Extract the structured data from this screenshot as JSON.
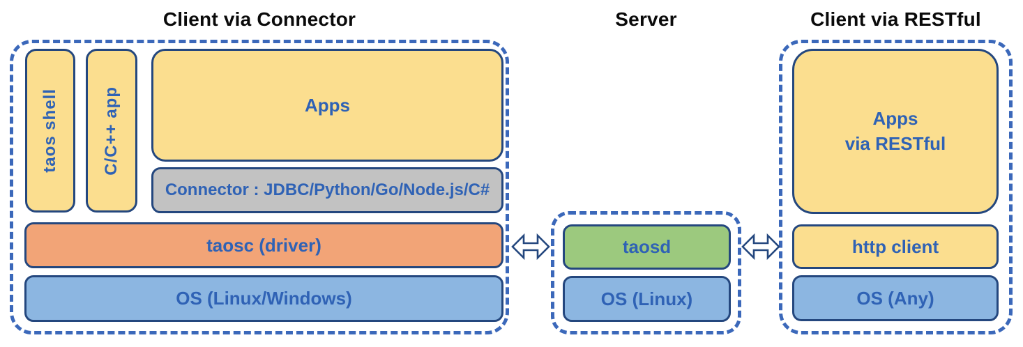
{
  "left": {
    "title": "Client via Connector",
    "taos_shell": "taos shell",
    "cpp_app": "C/C++ app",
    "apps": "Apps",
    "connector": "Connector : JDBC/Python/Go/Node.js/C#",
    "taosc": "taosc (driver)",
    "os": "OS (Linux/Windows)"
  },
  "server": {
    "title": "Server",
    "taosd": "taosd",
    "os": "OS (Linux)"
  },
  "right": {
    "title": "Client via RESTful",
    "apps_line1": "Apps",
    "apps_line2": "via RESTful",
    "http_client": "http client",
    "os": "OS (Any)"
  },
  "icons": {
    "left_server_arrow": "bidirectional-arrow",
    "server_right_arrow": "bidirectional-arrow"
  },
  "colors": {
    "yellow": "#FBDE8F",
    "orange": "#F2A477",
    "blue_fill": "#8CB6E1",
    "green": "#9CC97E",
    "gray": "#C2C2C2",
    "text_blue": "#2F62B5",
    "box_border": "#24477E",
    "dashed": "#3B68BA",
    "title_color": "#0A0A0A"
  }
}
